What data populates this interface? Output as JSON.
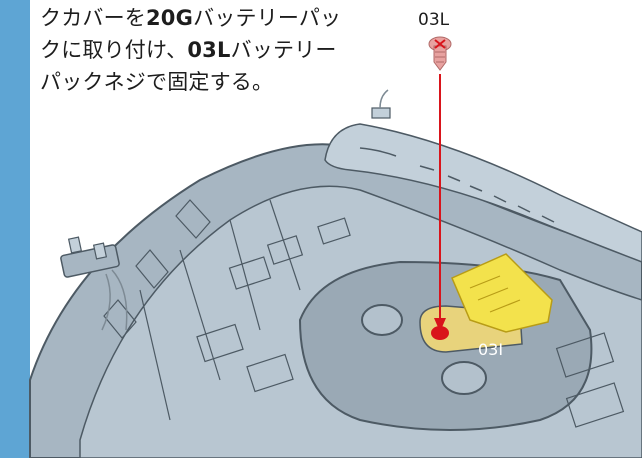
{
  "instructions": {
    "line1_pre": "クカバーを",
    "line1_bold": "20G",
    "line1_post": "バッテリーパッ",
    "line2_pre": "クに取り付け、",
    "line2_bold": "03L",
    "line2_post": "バッテリー",
    "line3": "パックネジで固定する。"
  },
  "callouts": {
    "screw_label": "03L",
    "part_label": "03I"
  },
  "colors": {
    "accent_stripe": "#5ea5d4",
    "hull": "#a7b6c2",
    "hull_light": "#c3d0da",
    "panel_line": "#4d5a64",
    "cover": "#f3e24c",
    "screw": "#e8a2a0",
    "screw_mark": "#d9141b",
    "guide_line": "#d9141b",
    "tab_plate": "#e8d37c"
  },
  "icons": {
    "screw": "screw-icon",
    "screw_hole": "screw-hole-marker",
    "connector": "connector-plug-icon"
  }
}
